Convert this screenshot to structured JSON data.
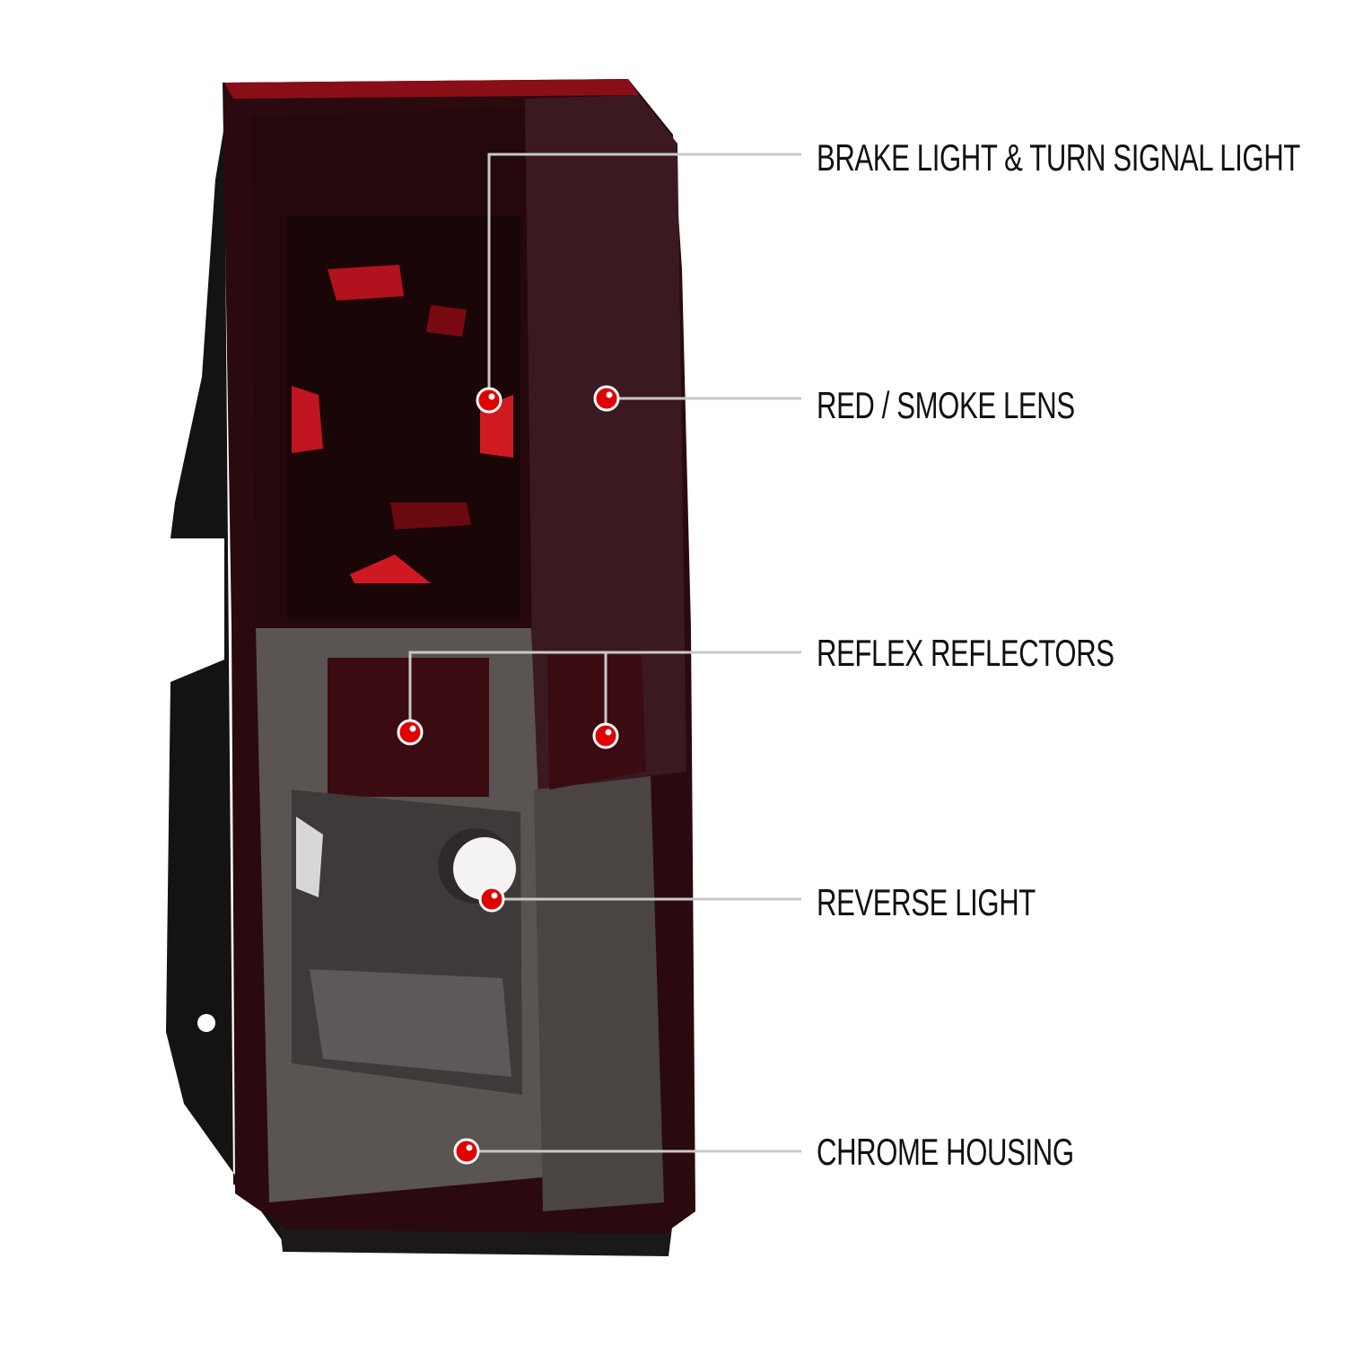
{
  "callouts": [
    {
      "label": "BRAKE LIGHT & TURN SIGNAL LIGHT"
    },
    {
      "label": "RED / SMOKE LENS"
    },
    {
      "label": "REFLEX REFLECTORS"
    },
    {
      "label": "REVERSE LIGHT"
    },
    {
      "label": "CHROME HOUSING"
    }
  ],
  "colors": {
    "marker": "#e00000",
    "leader_line": "#c8c8c8",
    "lens_red": "#3a0a10",
    "housing_smoke": "#5a5452"
  }
}
